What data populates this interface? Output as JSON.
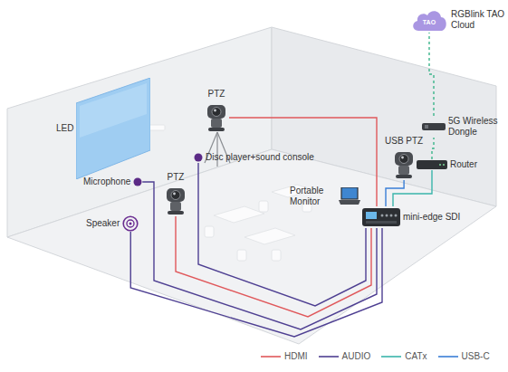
{
  "diagram": {
    "nodes": [
      {
        "text": [
          "LED"
        ]
      },
      {
        "text": [
          "PTZ"
        ]
      },
      {
        "text": [
          "TAO",
          "RGBlink TAO Cloud"
        ]
      },
      {
        "text": [
          "5G Wireless Dongle"
        ]
      },
      {
        "text": [
          "Disc player+sound console"
        ]
      },
      {
        "text": [
          "USB PTZ"
        ]
      },
      {
        "text": [
          "Router"
        ]
      },
      {
        "text": [
          "Microphone"
        ]
      },
      {
        "text": [
          "PTZ"
        ]
      },
      {
        "text": [
          "Portable Monitor"
        ]
      },
      {
        "text": [
          "mini-edge SDI"
        ]
      },
      {
        "text": [
          "Speaker"
        ]
      }
    ],
    "edges": [
      {
        "from": 1,
        "to": 10,
        "arrow": "none"
      },
      {
        "from": 8,
        "to": 10,
        "arrow": "none"
      },
      {
        "from": 4,
        "to": 10,
        "arrow": "none"
      },
      {
        "from": 7,
        "to": 10,
        "arrow": "none"
      },
      {
        "from": 11,
        "to": 10,
        "arrow": "none"
      },
      {
        "from": 5,
        "to": 10,
        "arrow": "none"
      },
      {
        "from": 6,
        "to": 10,
        "arrow": "none"
      },
      {
        "from": 6,
        "to": 3,
        "arrow": "none"
      },
      {
        "from": 3,
        "to": 2,
        "arrow": "none"
      }
    ],
    "legend": [
      {
        "text": "HDMI"
      },
      {
        "text": "AUDIO"
      },
      {
        "text": "CATx"
      },
      {
        "text": "USB-C"
      }
    ]
  }
}
